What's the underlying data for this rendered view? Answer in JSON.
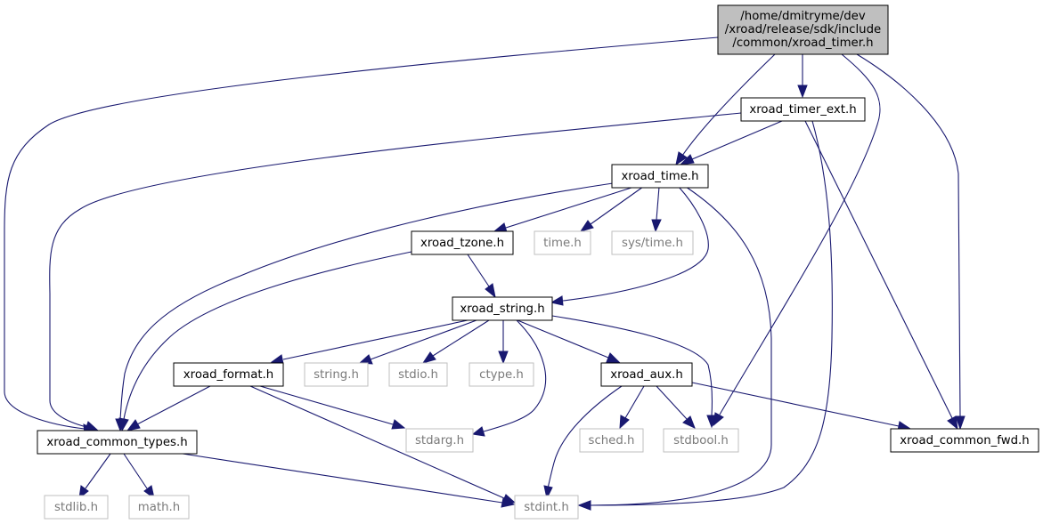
{
  "graph": {
    "colors": {
      "edge": "#191970",
      "root_fill": "#bfbfbf",
      "node_border": "#000000",
      "system_border": "#bfbfbf",
      "system_text": "#7a7a7a"
    },
    "root": {
      "lines": [
        "/home/dmitryme/dev",
        "/xroad/release/sdk/include",
        "/common/xroad_timer.h"
      ]
    },
    "nodes": {
      "timer_ext": "xroad_timer_ext.h",
      "time": "xroad_time.h",
      "tzone": "xroad_tzone.h",
      "time_sys": "time.h",
      "sys_time": "sys/time.h",
      "string": "xroad_string.h",
      "format": "xroad_format.h",
      "string_sys": "string.h",
      "stdio": "stdio.h",
      "ctype": "ctype.h",
      "aux": "xroad_aux.h",
      "common_types": "xroad_common_types.h",
      "stdarg": "stdarg.h",
      "sched": "sched.h",
      "stdbool": "stdbool.h",
      "common_fwd": "xroad_common_fwd.h",
      "stdlib": "stdlib.h",
      "math": "math.h",
      "stdint": "stdint.h"
    }
  }
}
